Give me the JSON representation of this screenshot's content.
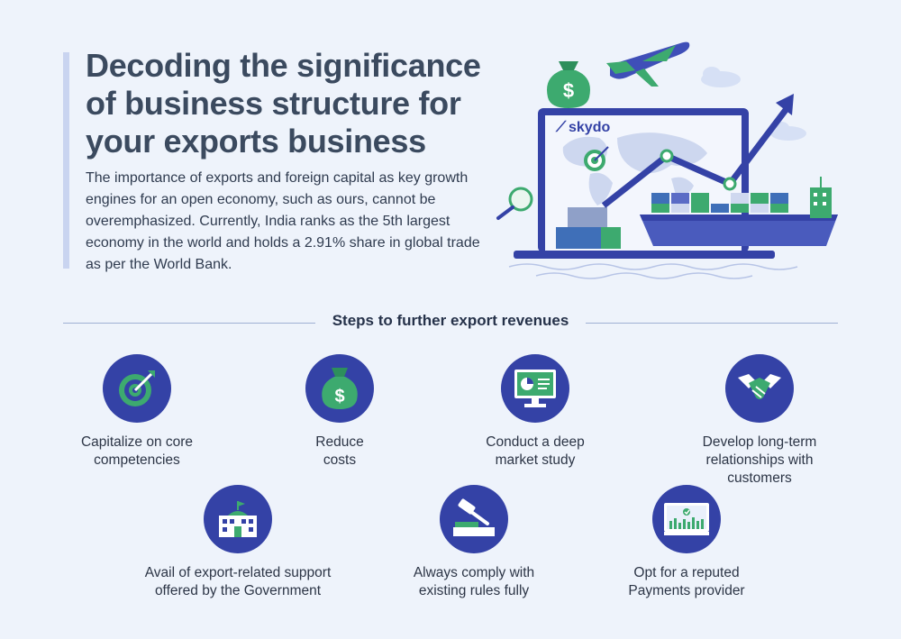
{
  "header": {
    "title": "Decoding the significance of business structure for your exports business",
    "intro": "The importance of exports and foreign capital as key growth engines for an open economy, such as ours, cannot be overemphasized. Currently, India ranks as the 5th largest economy in the world and holds a 2.91% share in global trade as per the World Bank."
  },
  "hero": {
    "brand": "skydo",
    "money_symbol": "$",
    "icons": [
      "airplane-icon",
      "money-bag-icon",
      "laptop-icon",
      "world-map-icon",
      "target-icon",
      "magnifier-icon",
      "container-icon",
      "cargo-ship-icon",
      "growth-arrow-icon",
      "building-icon"
    ]
  },
  "steps_section": {
    "heading": "Steps to further export revenues",
    "steps": [
      {
        "label": "Capitalize on core competencies",
        "icon": "target-icon"
      },
      {
        "label": "Reduce costs",
        "icon": "money-bag-icon"
      },
      {
        "label": "Conduct a deep market study",
        "icon": "monitor-chart-icon"
      },
      {
        "label": "Develop long-term relationships with customers",
        "icon": "handshake-icon"
      },
      {
        "label": "Avail of export-related support offered by the Government",
        "icon": "government-building-icon"
      },
      {
        "label": "Always comply with existing rules fully",
        "icon": "gavel-icon"
      },
      {
        "label": "Opt for a reputed Payments provider",
        "icon": "payment-screen-icon"
      }
    ]
  },
  "colors": {
    "background": "#eef3fb",
    "primary_blue": "#3442a6",
    "accent_green": "#3daa6f",
    "title_text": "#3b4a5f"
  }
}
